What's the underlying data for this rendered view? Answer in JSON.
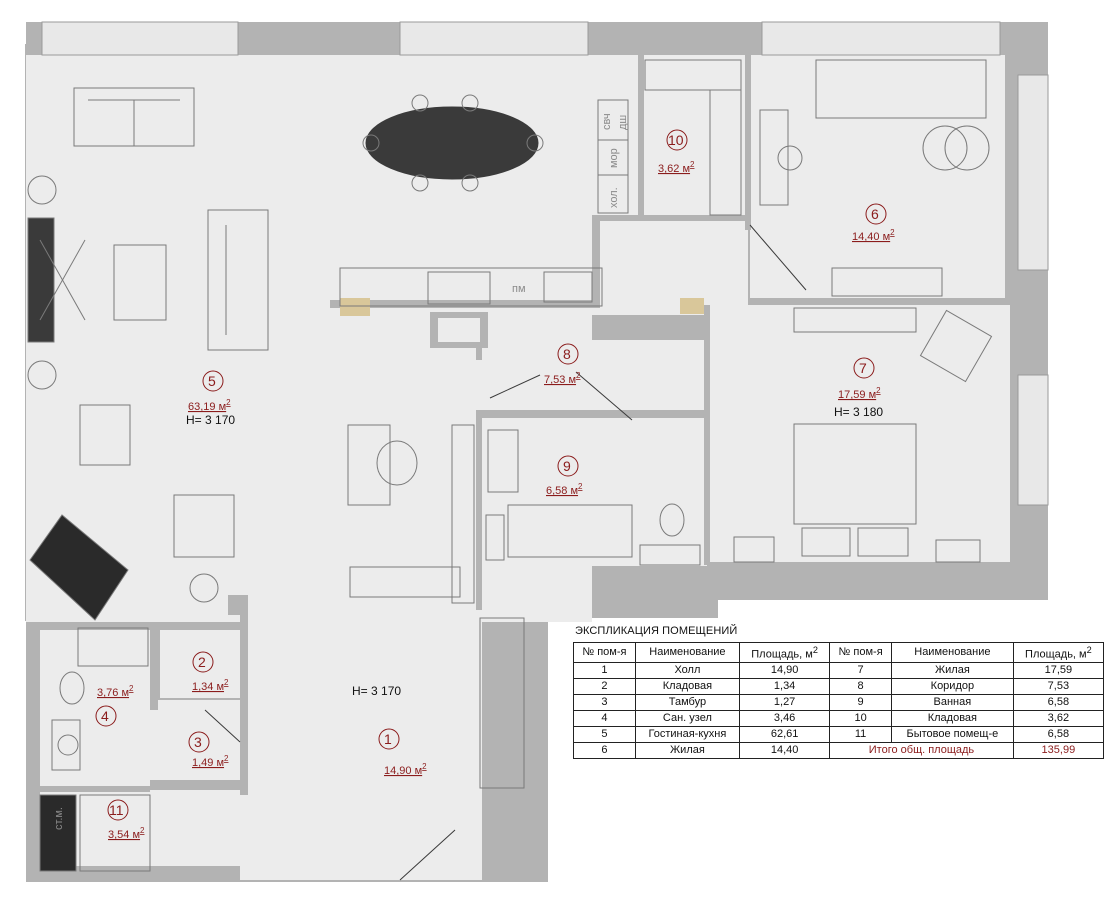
{
  "rooms": [
    {
      "num": "1",
      "area": "14,90 м",
      "height": "H= 3 170"
    },
    {
      "num": "2",
      "area": "1,34 м"
    },
    {
      "num": "3",
      "area": "1,49 м"
    },
    {
      "num": "4",
      "area": "3,76 м"
    },
    {
      "num": "5",
      "area": "63,19 м",
      "height": "H= 3 170"
    },
    {
      "num": "6",
      "area": "14,40 м"
    },
    {
      "num": "7",
      "area": "17,59 м",
      "height": "H= 3 180"
    },
    {
      "num": "8",
      "area": "7,53 м"
    },
    {
      "num": "9",
      "area": "6,58 м"
    },
    {
      "num": "10",
      "area": "3,62 м"
    },
    {
      "num": "11",
      "area": "3,54 м"
    }
  ],
  "sup": "2",
  "appliances": {
    "microwave": "свч",
    "shower": "дш",
    "freezer": "мор",
    "fridge": "хол.",
    "dishwasher": "пм",
    "washer": "ст.м."
  },
  "explication": {
    "title": "ЭКСПЛИКАЦИЯ ПОМЕЩЕНИЙ",
    "headers": [
      "№ пом-я",
      "Наименование",
      "Площадь, м",
      "№ пом-я",
      "Наименование",
      "Площадь, м"
    ],
    "rows": [
      [
        "1",
        "Холл",
        "14,90",
        "7",
        "Жилая",
        "17,59"
      ],
      [
        "2",
        "Кладовая",
        "1,34",
        "8",
        "Коридор",
        "7,53"
      ],
      [
        "3",
        "Тамбур",
        "1,27",
        "9",
        "Ванная",
        "6,58"
      ],
      [
        "4",
        "Сан. узел",
        "3,46",
        "10",
        "Кладовая",
        "3,62"
      ],
      [
        "5",
        "Гостиная-кухня",
        "62,61",
        "11",
        "Бытовое помещ-е",
        "6,58"
      ]
    ],
    "last_row": [
      "6",
      "Жилая",
      "14,40",
      "Итого общ. площадь",
      "135,99"
    ]
  },
  "colors": {
    "wall": "#b3b3b3",
    "floor": "#ececec",
    "furniture": "#7a7a7a",
    "label": "#8b1c1c",
    "column": "#d9c79a"
  }
}
